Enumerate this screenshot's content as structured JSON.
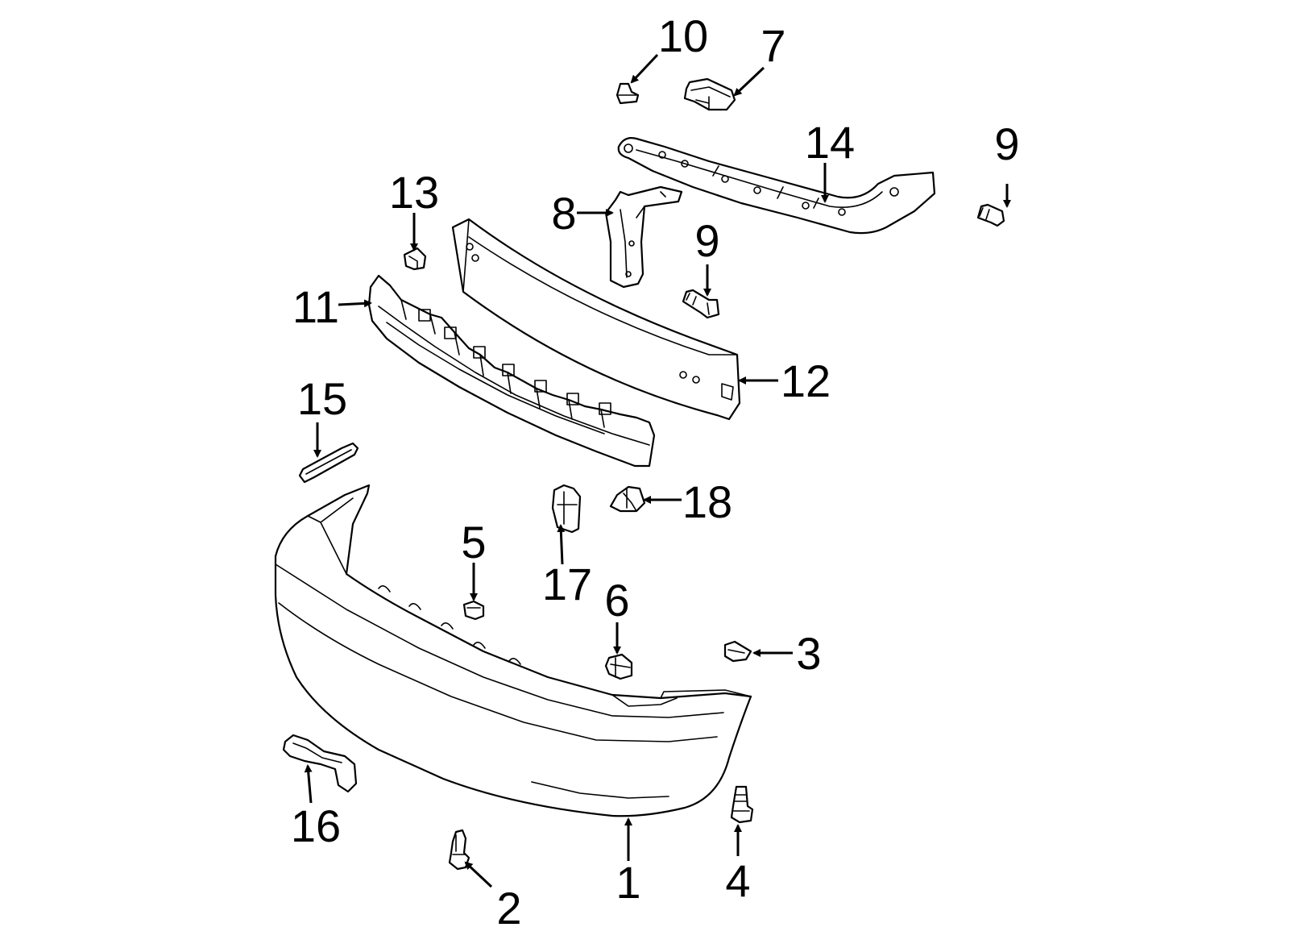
{
  "diagram": {
    "colors": {
      "line": "#000000",
      "background": "#ffffff"
    },
    "callouts": [
      {
        "id": "c1",
        "label": "1"
      },
      {
        "id": "c2",
        "label": "2"
      },
      {
        "id": "c3",
        "label": "3"
      },
      {
        "id": "c4",
        "label": "4"
      },
      {
        "id": "c5",
        "label": "5"
      },
      {
        "id": "c6",
        "label": "6"
      },
      {
        "id": "c7",
        "label": "7"
      },
      {
        "id": "c8",
        "label": "8"
      },
      {
        "id": "c9a",
        "label": "9"
      },
      {
        "id": "c9b",
        "label": "9"
      },
      {
        "id": "c10",
        "label": "10"
      },
      {
        "id": "c11",
        "label": "11"
      },
      {
        "id": "c12",
        "label": "12"
      },
      {
        "id": "c13",
        "label": "13"
      },
      {
        "id": "c14",
        "label": "14"
      },
      {
        "id": "c15",
        "label": "15"
      },
      {
        "id": "c16",
        "label": "16"
      },
      {
        "id": "c17",
        "label": "17"
      },
      {
        "id": "c18",
        "label": "18"
      }
    ]
  }
}
